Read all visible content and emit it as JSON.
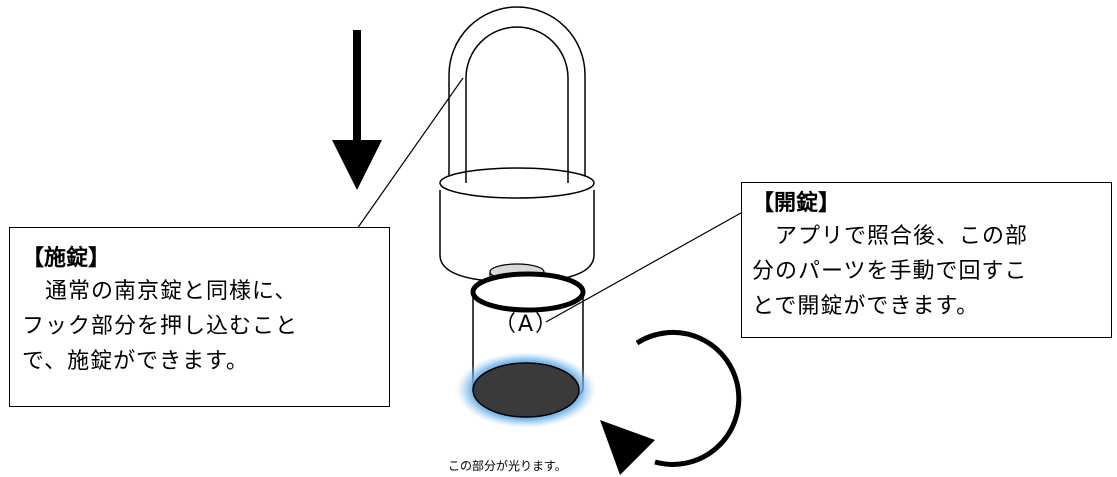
{
  "lock_callout": {
    "heading": "【施錠】",
    "lines": [
      "　通常の南京錠と同様に、",
      "フック部分を押し込むこと",
      "で、施錠ができます。"
    ]
  },
  "unlock_callout": {
    "heading": "【開錠】",
    "lines": [
      "　アプリで照合後、この部",
      "分のパーツを手動で回すこ",
      "とで開錠ができます。"
    ]
  },
  "part_label": "（A）",
  "glow_caption": "この部分が光ります。",
  "colors": {
    "glow": "#5aa9e6",
    "knob": "#3a3a3a",
    "stroke": "#000000"
  },
  "icons": [
    "down-arrow-icon",
    "rotate-arrow-icon",
    "padlock-icon"
  ]
}
